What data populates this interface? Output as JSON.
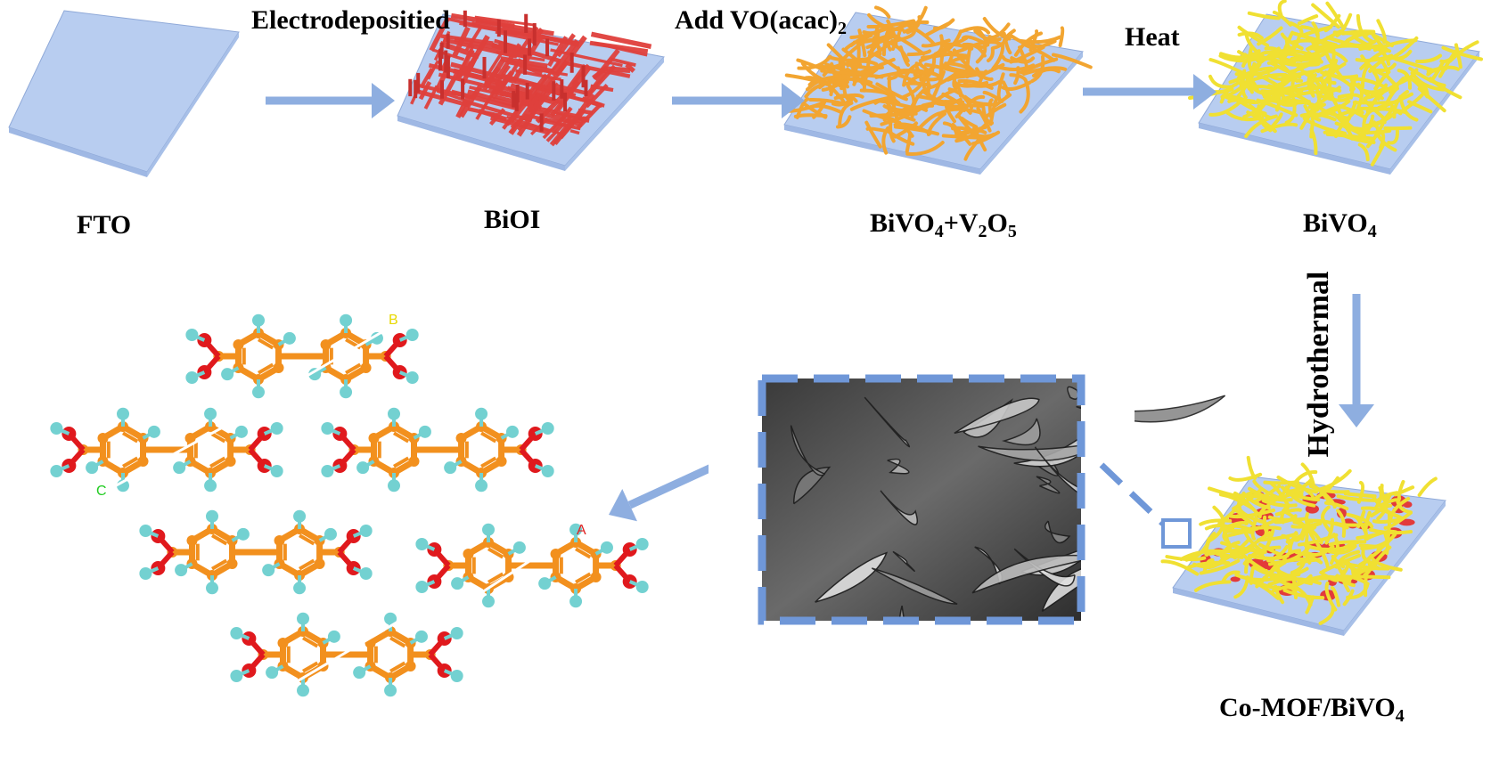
{
  "steps": {
    "electrodeposit_label": "Electrodepositied",
    "add_voacac_prefix": "Add VO(acac)",
    "add_voacac_sub": "2",
    "heat_label": "Heat",
    "hydrothermal_label": "Hydrothermal"
  },
  "products": {
    "fto": "FTO",
    "bioi": "BiOI",
    "bivo4_v2o5": {
      "a": "BiVO",
      "a_sub": "4",
      "b": "+V",
      "b_sub": "2",
      "c": "O",
      "c_sub": "5"
    },
    "bivo4": {
      "a": "BiVO",
      "a_sub": "4"
    },
    "co_mof_bivo4": {
      "a": "Co-MOF/BiVO",
      "a_sub": "4"
    }
  },
  "axis_letters": {
    "a": "A",
    "b": "B",
    "c": "C"
  },
  "colors": {
    "substrate": "#b8cdf0",
    "substrate_edge": "#8fa9d8",
    "arrow": "#8eaee0",
    "bioi": "#e0403c",
    "vanadium_orange": "#f2a531",
    "bivo4_yellow": "#f0e032",
    "carbon": "#f2901e",
    "oxygen": "#e0191d",
    "hydrogen": "#73d1d1",
    "sem_frame": "#6f97d8"
  }
}
